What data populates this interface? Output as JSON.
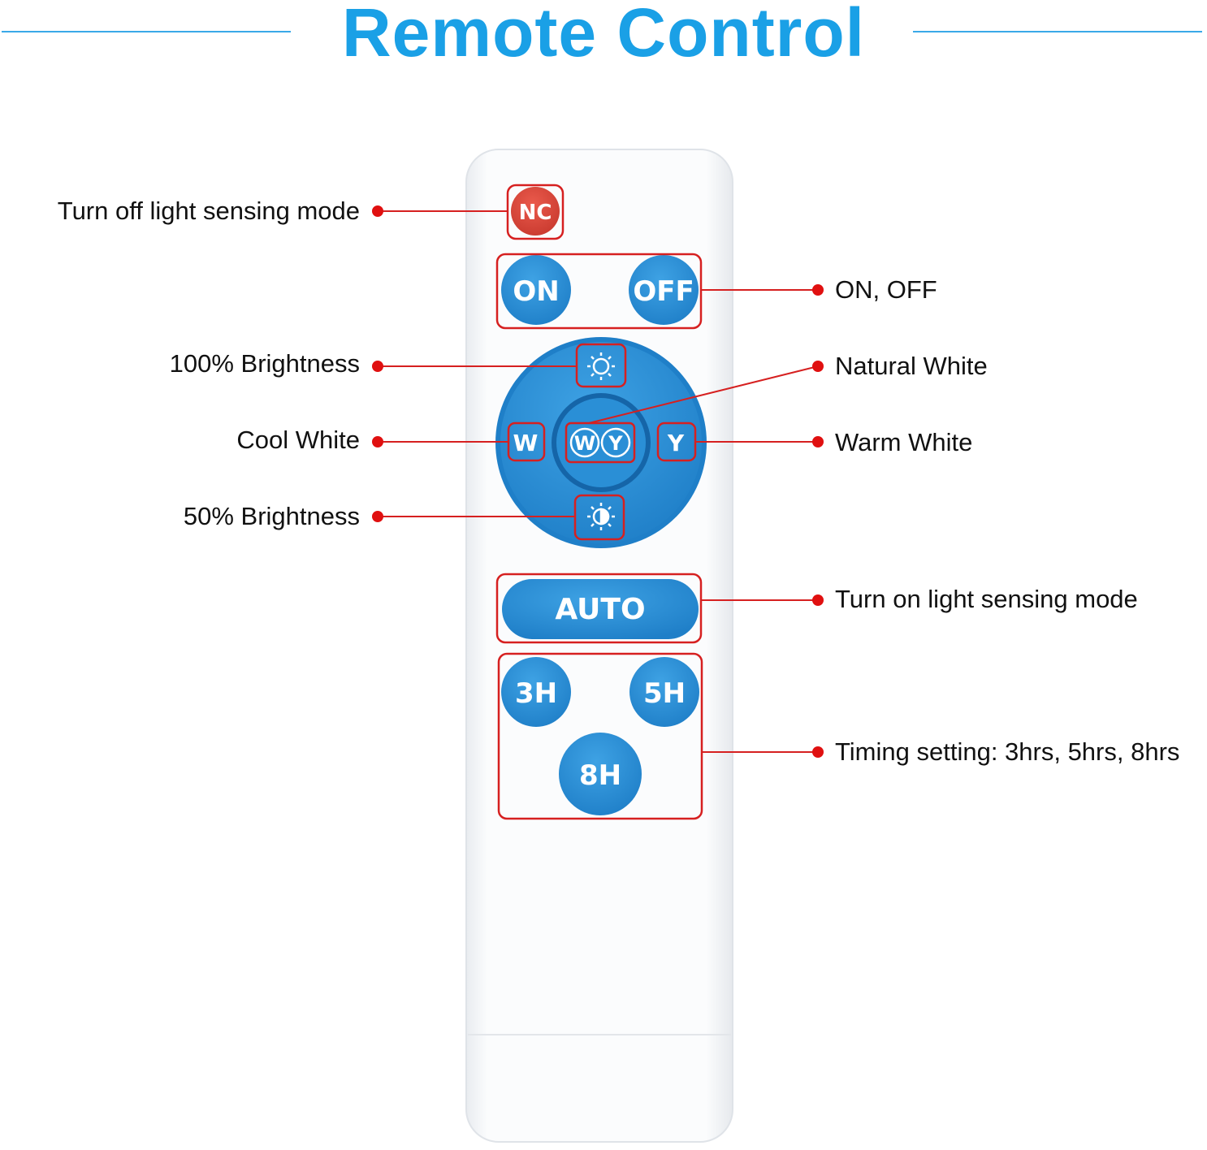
{
  "title": "Remote Control",
  "colors": {
    "accent_blue": "#1aa0e6",
    "button_blue": "#2a8fd6",
    "nc_red": "#d9463a",
    "callout_red": "#e01010",
    "remote_body": "#f7f8fa"
  },
  "buttons": {
    "nc": "NC",
    "on": "ON",
    "off": "OFF",
    "w": "W",
    "y": "Y",
    "wy_w": "W",
    "wy_y": "Y",
    "auto": "AUTO",
    "h3": "3H",
    "h5": "5H",
    "h8": "8H",
    "bright100_icon": "sun-full-icon",
    "bright50_icon": "sun-half-icon"
  },
  "callouts": {
    "turn_off_sensing": "Turn off light sensing mode",
    "on_off": "ON, OFF",
    "bright_100": "100% Brightness",
    "natural_white": "Natural White",
    "cool_white": "Cool White",
    "warm_white": "Warm White",
    "bright_50": "50%  Brightness",
    "turn_on_sensing": "Turn on light sensing mode",
    "timing": "Timing setting: 3hrs, 5hrs, 8hrs"
  }
}
